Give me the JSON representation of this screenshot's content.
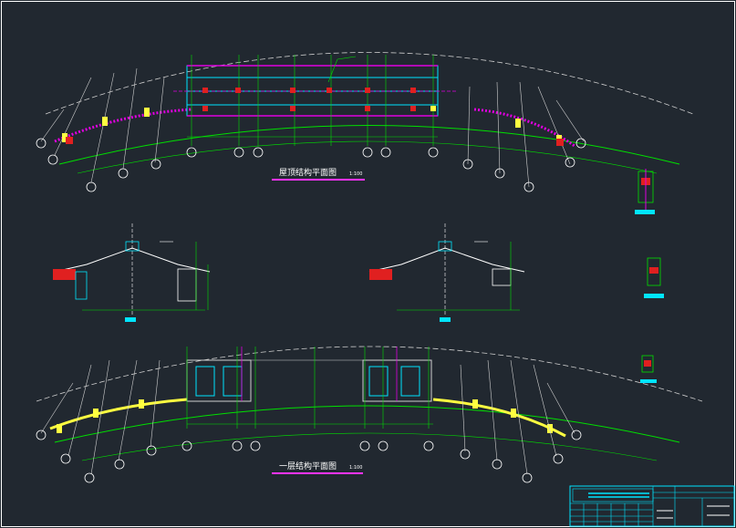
{
  "drawing": {
    "background": "#212830",
    "colors": {
      "frame": "#ffffff",
      "axis": "#cfcfcf",
      "dim_green": "#00e000",
      "beam_cyan": "#00e5ff",
      "magenta": "#e000e0",
      "red": "#e02020",
      "yellow": "#ffff40",
      "title_underline": "#ff33ff"
    },
    "views": [
      {
        "id": "roof-plan",
        "title": "屋顶结构平面图",
        "scale": "1:100"
      },
      {
        "id": "ground-plan",
        "title": "一层结构平面图",
        "scale": "1:100"
      }
    ],
    "title_block": {
      "cells": [
        "",
        "",
        "",
        "",
        "",
        ""
      ]
    }
  }
}
